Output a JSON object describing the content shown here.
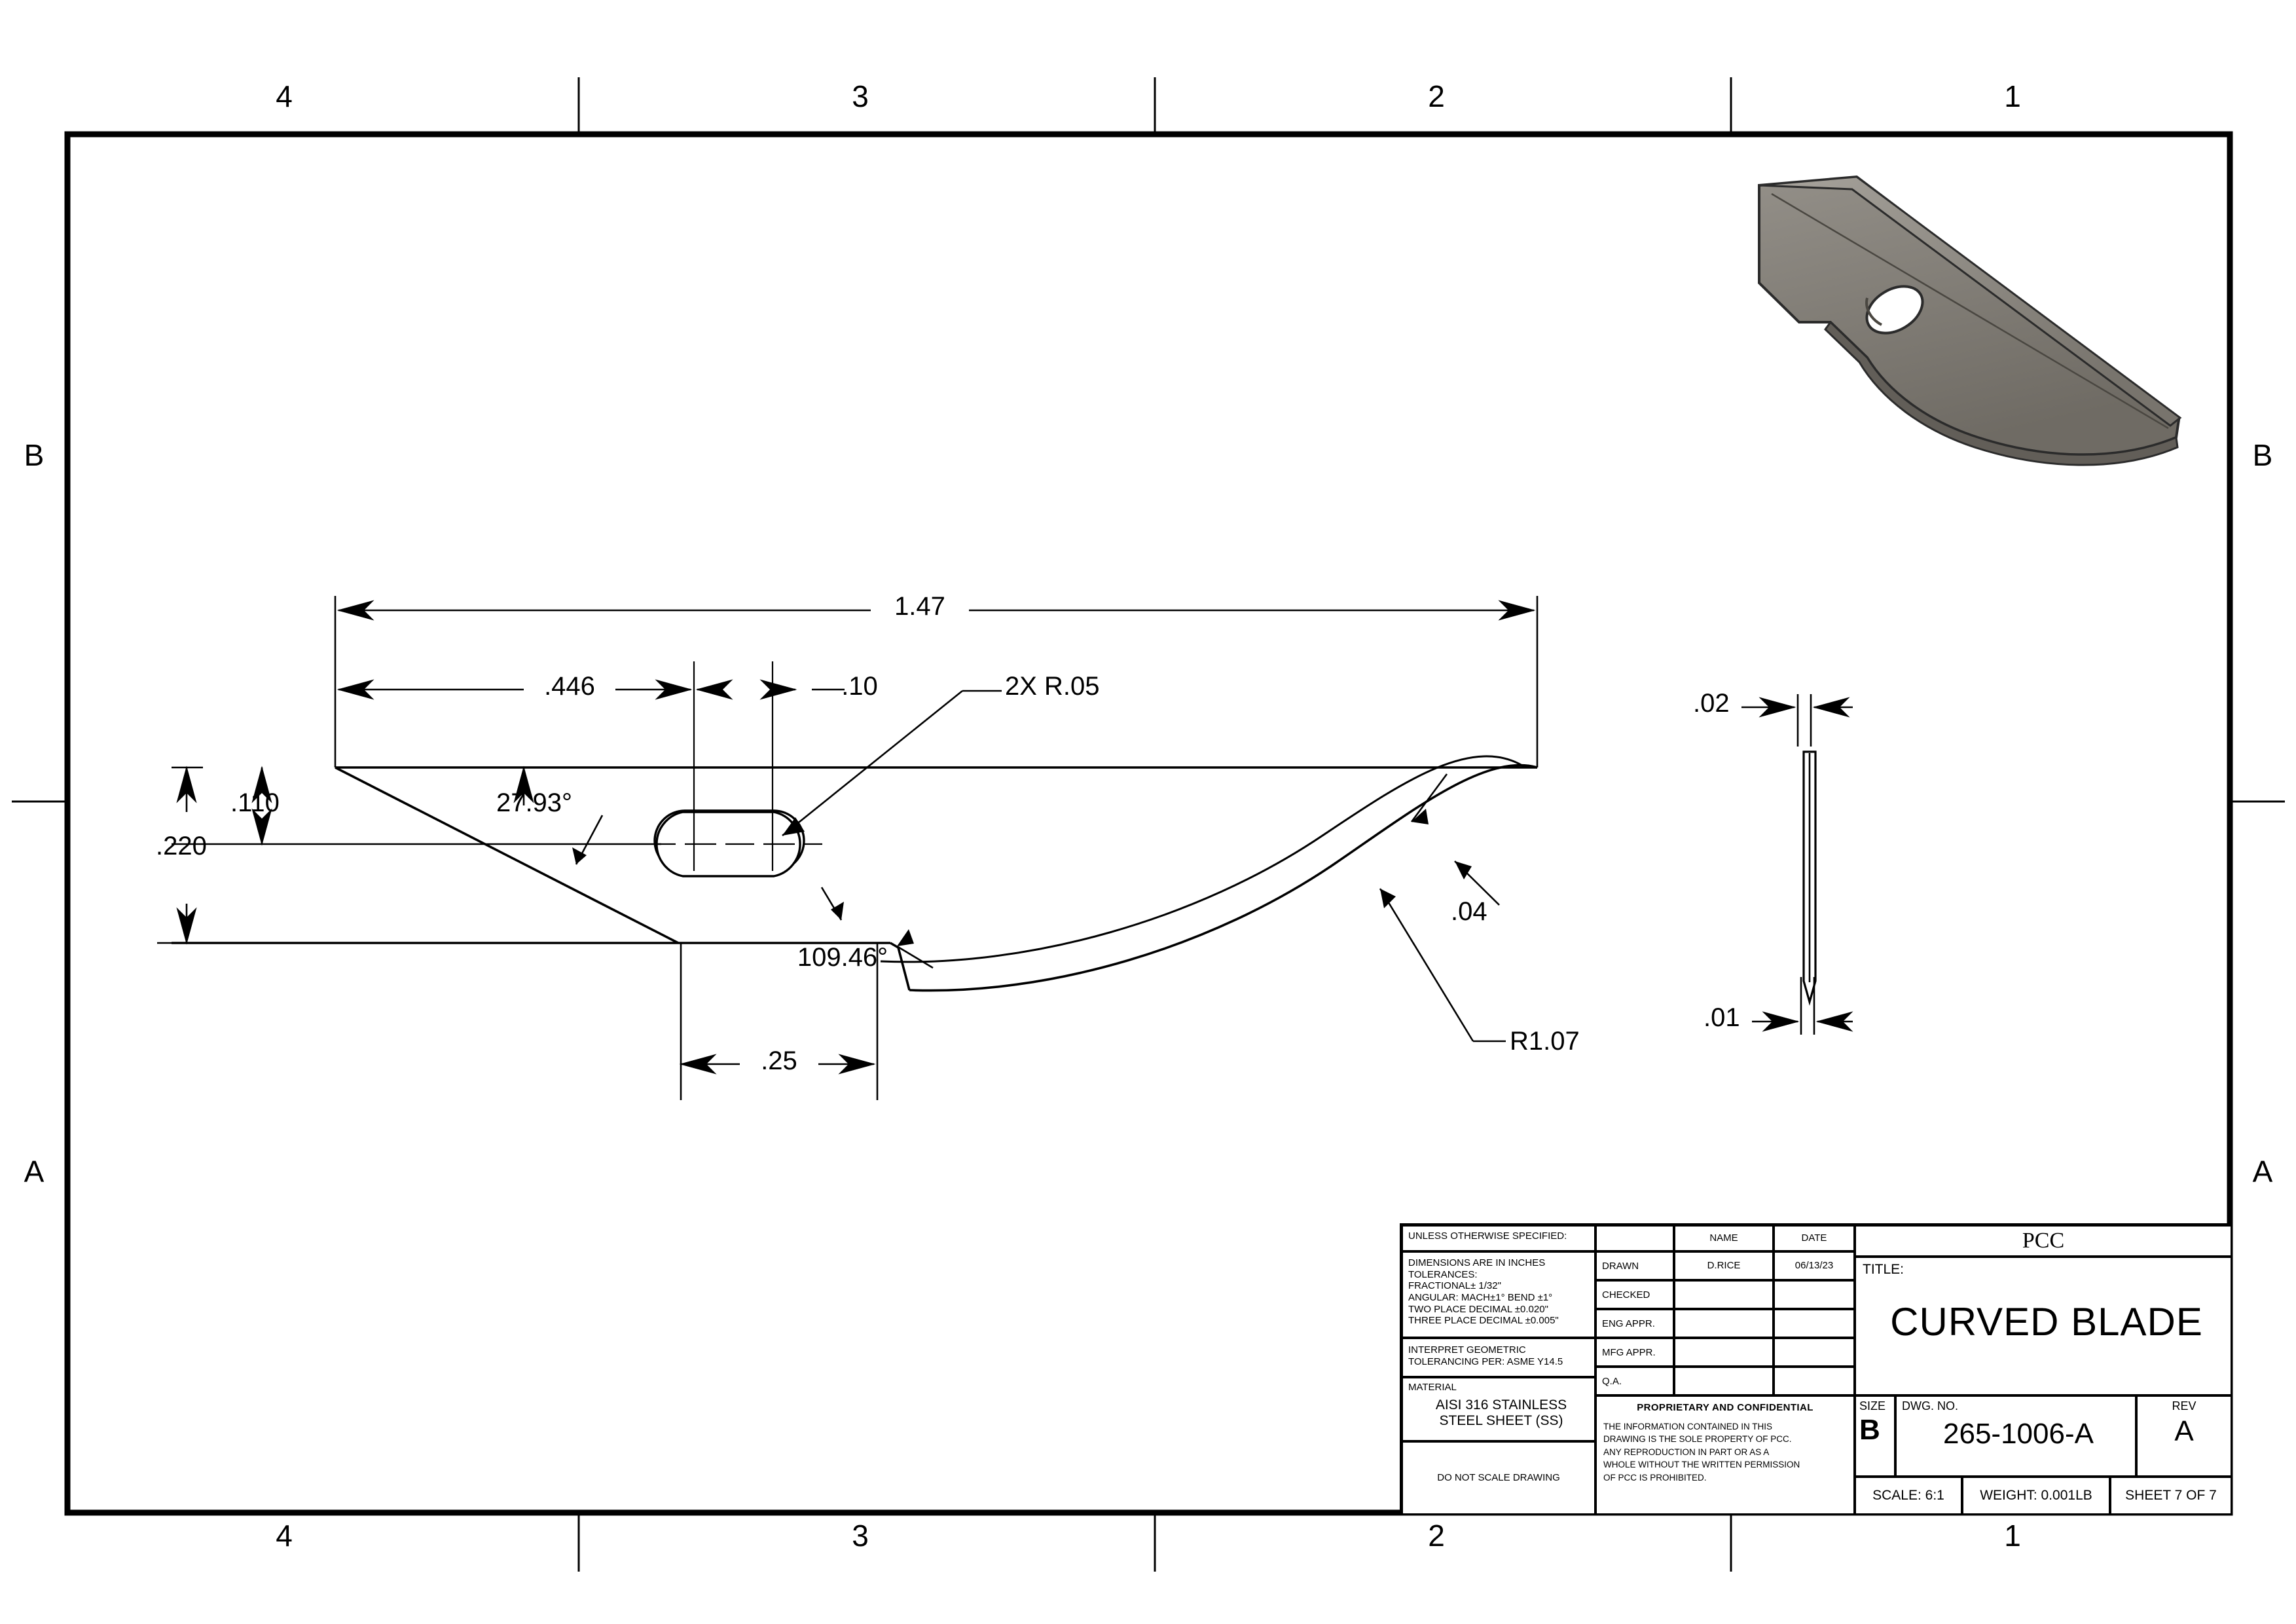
{
  "sheet": {
    "zones_top": [
      "4",
      "3",
      "2",
      "1"
    ],
    "zones_bottom": [
      "4",
      "3",
      "2",
      "1"
    ],
    "zones_left": [
      "B",
      "A"
    ],
    "zones_right": [
      "B",
      "A"
    ],
    "background": "#ffffff",
    "line_color": "#000000"
  },
  "drawing": {
    "view_front_label": "",
    "dimensions": {
      "overall_length": "1.47",
      "slot_to_edge": ".446",
      "slot_length": ".10",
      "corner_radius_note": "2X R.05",
      "tang_height": ".110",
      "overall_height": ".220",
      "taper_angle": "27.93°",
      "notch_angle": "109.46°",
      "notch_width": ".25",
      "edge_bevel": ".04",
      "blade_radius": "R1.07",
      "thickness_top": ".02",
      "thickness_tip": ".01"
    }
  },
  "isometric": {
    "fill_light": "#8b8780",
    "fill_mid": "#7d7971",
    "fill_dark": "#6e6a63",
    "edge": "#2b2b2b"
  },
  "title_block": {
    "unless_specified": "UNLESS OTHERWISE SPECIFIED:",
    "tolerances": [
      "DIMENSIONS ARE IN INCHES",
      "TOLERANCES:",
      "FRACTIONAL± 1/32\"",
      "ANGULAR: MACH±1°   BEND ±1°",
      "TWO PLACE DECIMAL    ±0.020\"",
      "THREE PLACE DECIMAL  ±0.005\""
    ],
    "interpret_line1": "INTERPRET GEOMETRIC",
    "interpret_line2": "TOLERANCING PER: ASME Y14.5",
    "material_label": "MATERIAL",
    "material_line1": "AISI 316 STAINLESS",
    "material_line2": "STEEL SHEET (SS)",
    "do_not_scale": "DO NOT SCALE DRAWING",
    "col_name": "NAME",
    "col_date": "DATE",
    "rows": [
      {
        "role": "DRAWN",
        "name": "D.RICE",
        "date": "06/13/23"
      },
      {
        "role": "CHECKED",
        "name": "",
        "date": ""
      },
      {
        "role": "ENG APPR.",
        "name": "",
        "date": ""
      },
      {
        "role": "MFG APPR.",
        "name": "",
        "date": ""
      },
      {
        "role": "Q.A.",
        "name": "",
        "date": ""
      }
    ],
    "proprietary_heading": "PROPRIETARY AND CONFIDENTIAL",
    "proprietary_body": [
      "THE INFORMATION CONTAINED IN THIS",
      "DRAWING IS THE SOLE PROPERTY OF PCC.",
      "ANY REPRODUCTION IN PART OR AS A",
      "WHOLE WITHOUT THE WRITTEN PERMISSION",
      "OF PCC IS PROHIBITED."
    ],
    "company": "PCC",
    "title_label": "TITLE:",
    "title": "CURVED BLADE",
    "size_label": "SIZE",
    "size_value": "B",
    "dwg_label": "DWG.  NO.",
    "dwg_value": "265-1006-A",
    "rev_label": "REV",
    "rev_value": "A",
    "scale": "SCALE: 6:1",
    "weight": "WEIGHT: 0.001LB",
    "sheet": "SHEET 7 OF 7"
  }
}
